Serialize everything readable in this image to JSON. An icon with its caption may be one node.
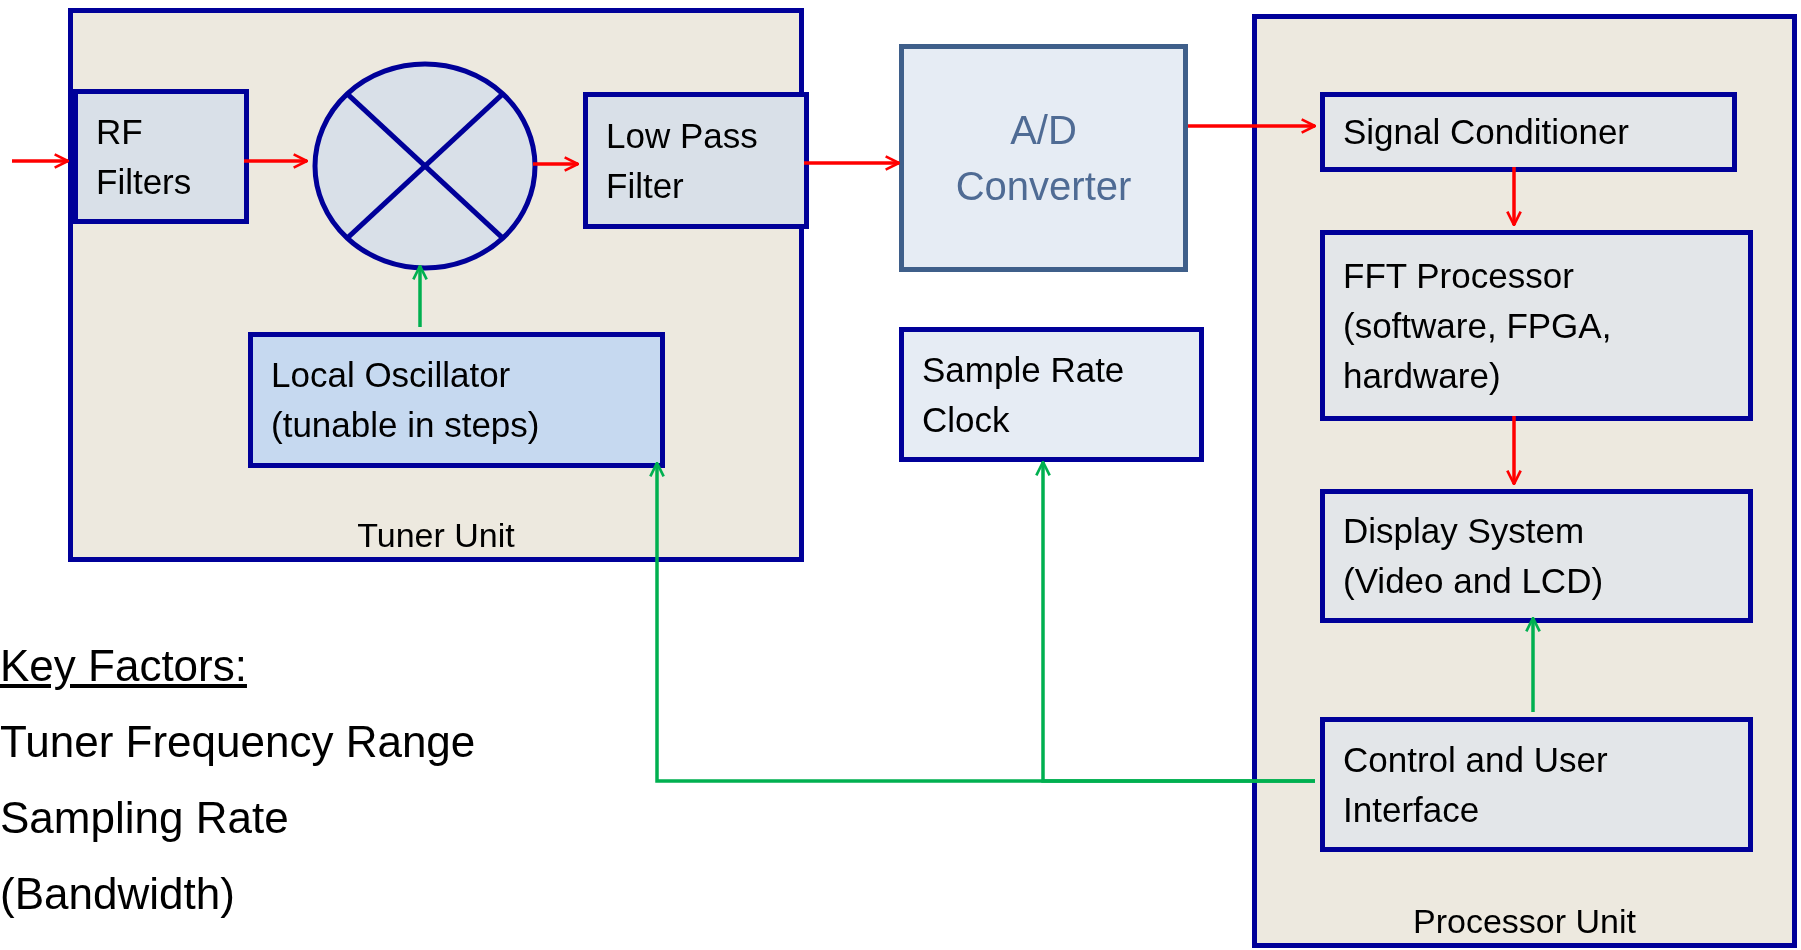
{
  "diagram": {
    "nodes": [
      {
        "text": [
          "Tuner Unit"
        ]
      },
      {
        "text": [
          "RF Filters"
        ],
        "in": 0
      },
      {
        "text": [],
        "shape": "circle",
        "in": 0
      },
      {
        "text": [
          "Low Pass Filter"
        ],
        "in": 0
      },
      {
        "text": [
          "Local Oscillator (tunable in steps)"
        ],
        "in": 0
      },
      {
        "text": [
          "A/D Converter"
        ]
      },
      {
        "text": [
          "Sample Rate Clock"
        ]
      },
      {
        "text": [
          "Processor Unit"
        ]
      },
      {
        "text": [
          "Signal Conditioner"
        ],
        "in": 7
      },
      {
        "text": [
          "FFT Processor (software, FPGA, hardware)"
        ],
        "in": 7
      },
      {
        "text": [
          "Display System (Video and LCD)"
        ],
        "in": 7
      },
      {
        "text": [
          "Control and User Interface"
        ],
        "in": 7
      }
    ],
    "edges": [
      {
        "from": null,
        "to": 1,
        "arrow": "to"
      },
      {
        "from": 1,
        "to": 2,
        "arrow": "to"
      },
      {
        "from": 2,
        "to": 3,
        "arrow": "to"
      },
      {
        "from": 3,
        "to": 5,
        "arrow": "to"
      },
      {
        "from": 5,
        "to": 8,
        "arrow": "to"
      },
      {
        "from": 8,
        "to": 9,
        "arrow": "to"
      },
      {
        "from": 9,
        "to": 10,
        "arrow": "to"
      },
      {
        "from": 4,
        "to": 2,
        "arrow": "to",
        "color": "#00b050"
      },
      {
        "from": 11,
        "to": 4,
        "arrow": "to",
        "color": "#00b050"
      },
      {
        "from": 11,
        "to": 6,
        "arrow": "to",
        "color": "#00b050"
      },
      {
        "from": 11,
        "to": 10,
        "arrow": "to",
        "color": "#00b050"
      }
    ],
    "labels": [
      "Key Factors:",
      "Tuner Frequency Range",
      "Sampling Rate",
      "(Bandwidth)"
    ]
  }
}
